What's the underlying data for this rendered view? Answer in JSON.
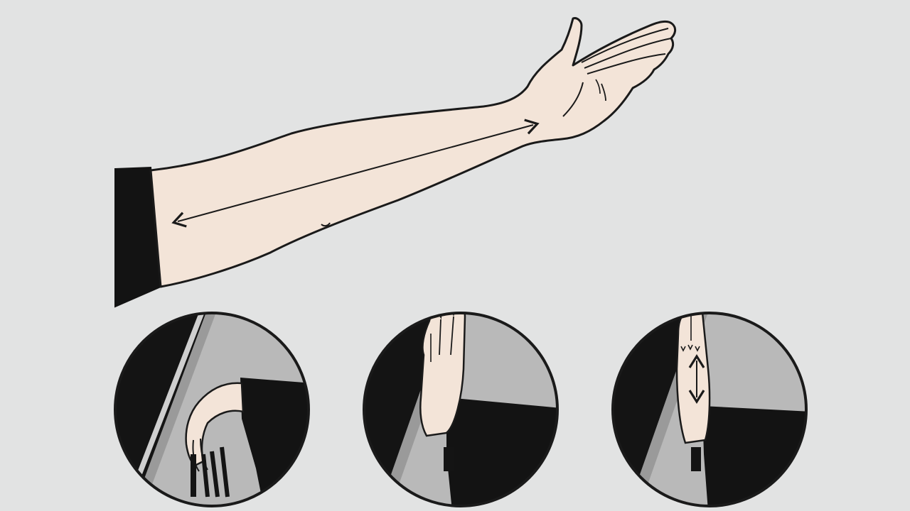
{
  "illustration": {
    "background_color": "#e2e3e3",
    "skin_color": "#f3e4d8",
    "sleeve_color": "#131313",
    "panel_dark": "#141414",
    "panel_light": "#b9b9b9",
    "outline_color": "#1a1a1a",
    "panels": [
      {
        "name": "hand-bent-down"
      },
      {
        "name": "hand-raised-flat"
      },
      {
        "name": "hand-raised-arrow"
      }
    ]
  }
}
